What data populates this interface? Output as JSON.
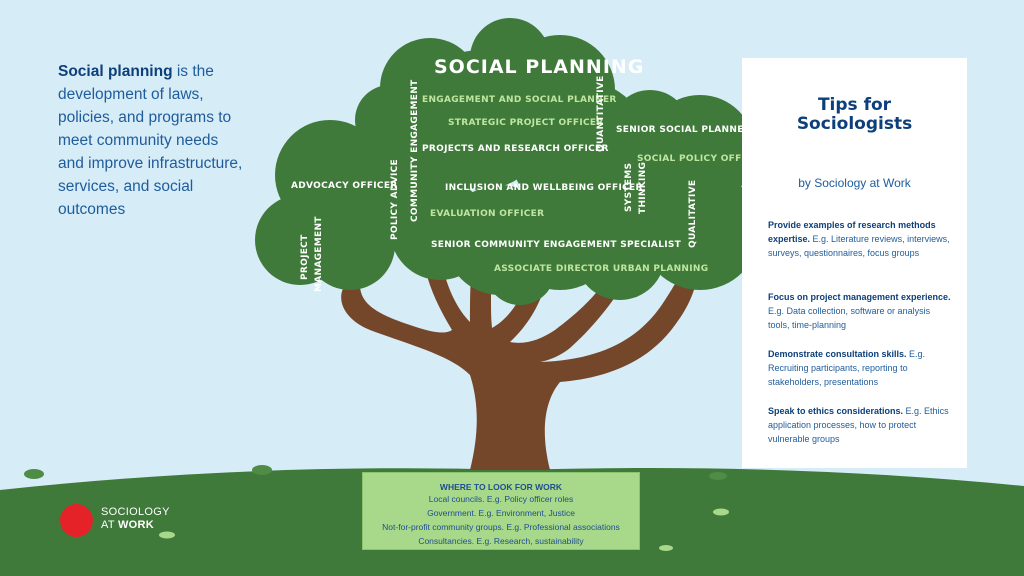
{
  "intro": {
    "bold": "Social planning",
    "text": " is the development of laws, policies, and programs to meet community needs and improve infrastructure, services, and social outcomes"
  },
  "tree": {
    "title": "SOCIAL PLANNING",
    "labels": {
      "engagement_social_planner": "ENGAGEMENT AND SOCIAL PLANNER",
      "strategic_project_officer": "STRATEGIC PROJECT OFFICER",
      "projects_research_officer": "PROJECTS AND RESEARCH OFFICER",
      "inclusion_wellbeing_officer": "INCLUSION AND WELLBEING OFFICER",
      "evaluation_officer": "EVALUATION OFFICER",
      "senior_community_engagement": "SENIOR COMMUNITY ENGAGEMENT SPECIALIST",
      "associate_director": "ASSOCIATE DIRECTOR URBAN PLANNING",
      "advocacy_officer": "ADVOCACY OFFICER",
      "senior_social_planner": "SENIOR SOCIAL PLANNER",
      "social_policy_officer": "SOCIAL POLICY OFFICER",
      "quantitative": "QUANTITATIVE",
      "qualitative": "QUALITATIVE",
      "community_engagement": "COMMUNITY ENGAGEMENT",
      "policy_advice": "POLICY ADVICE",
      "systems": "SYSTEMS",
      "thinking": "THINKING",
      "project": "PROJECT",
      "management": "MANAGEMENT"
    }
  },
  "tips": {
    "title_line1": "Tips for",
    "title_line2": "Sociologists",
    "byline": "by Sociology at Work",
    "items": [
      {
        "bold": "Provide examples of research methods expertise.",
        "text": " E.g. Literature reviews, interviews, surveys, questionnaires, focus groups"
      },
      {
        "bold": "Focus on project management experience.",
        "text": " E.g. Data collection, software or analysis tools, time-planning"
      },
      {
        "bold": "Demonstrate consultation skills.",
        "text": " E.g. Recruiting participants, reporting to stakeholders, presentations"
      },
      {
        "bold": "Speak to ethics considerations.",
        "text": " E.g. Ethics application processes, how to protect vulnerable groups"
      }
    ]
  },
  "where": {
    "title": "WHERE TO LOOK FOR WORK",
    "lines": [
      "Local councils. E.g. Policy officer roles",
      "Government. E.g. Environment, Justice",
      "Not-for-profit community groups. E.g. Professional associations",
      "Consultancies. E.g. Research, sustainability"
    ]
  },
  "logo": {
    "line1": "SOCIOLOGY",
    "line2_plain": "AT ",
    "line2_bold": "WORK"
  },
  "colors": {
    "sky": "#d6ecf7",
    "foliage": "#3f7a3a",
    "trunk": "#74462a",
    "grass": "#3f7a3a",
    "accent_blue": "#0d3f7a",
    "label_green": "#bfe6a0",
    "logo_red": "#e52227"
  }
}
